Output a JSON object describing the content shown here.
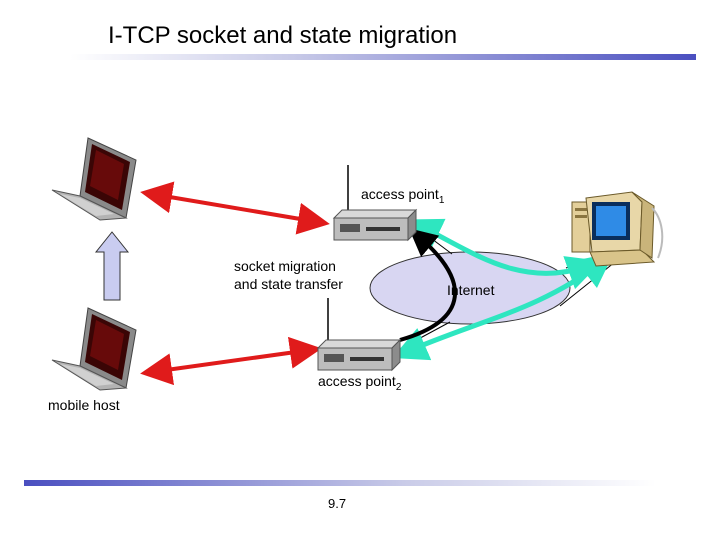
{
  "slide": {
    "title": "I-TCP socket and state migration",
    "page_number": "9.7"
  },
  "labels": {
    "access_point_1": {
      "text": "access point",
      "subscript": "1"
    },
    "access_point_2": {
      "text": "access point",
      "subscript": "2"
    },
    "socket_migration_line1": "socket migration",
    "socket_migration_line2": "and state transfer",
    "internet": "Internet",
    "mobile_host": "mobile host"
  },
  "colors": {
    "wireless_link": "#e01b1b",
    "wired_link": "#2ee6c0",
    "migration_arrow": "#000000",
    "internet_cloud": "#d8d6f2",
    "move_arrow": "#c9ccf0",
    "title_bar_accent": "#4a4fc0"
  },
  "icons": [
    "laptop-icon",
    "access-point-icon",
    "desktop-computer-icon",
    "down-arrow-icon",
    "up-arrow-icon"
  ]
}
